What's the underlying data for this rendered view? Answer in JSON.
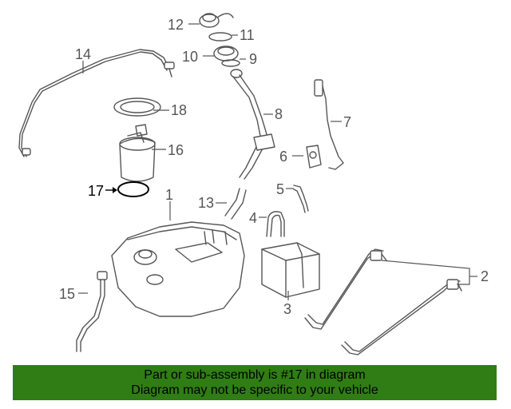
{
  "callouts": {
    "c1": "1",
    "c2": "2",
    "c3": "3",
    "c4": "4",
    "c5": "5",
    "c6": "6",
    "c7": "7",
    "c8": "8",
    "c9": "9",
    "c10": "10",
    "c11": "11",
    "c12": "12",
    "c13": "13",
    "c14": "14",
    "c15": "15",
    "c16": "16",
    "c17": "17",
    "c18": "18"
  },
  "highlighted_part": "17",
  "banner": {
    "line1": "Part or sub-assembly is #17 in diagram",
    "line2": "Diagram may not be specific to your vehicle",
    "background": "#2f7d14"
  }
}
